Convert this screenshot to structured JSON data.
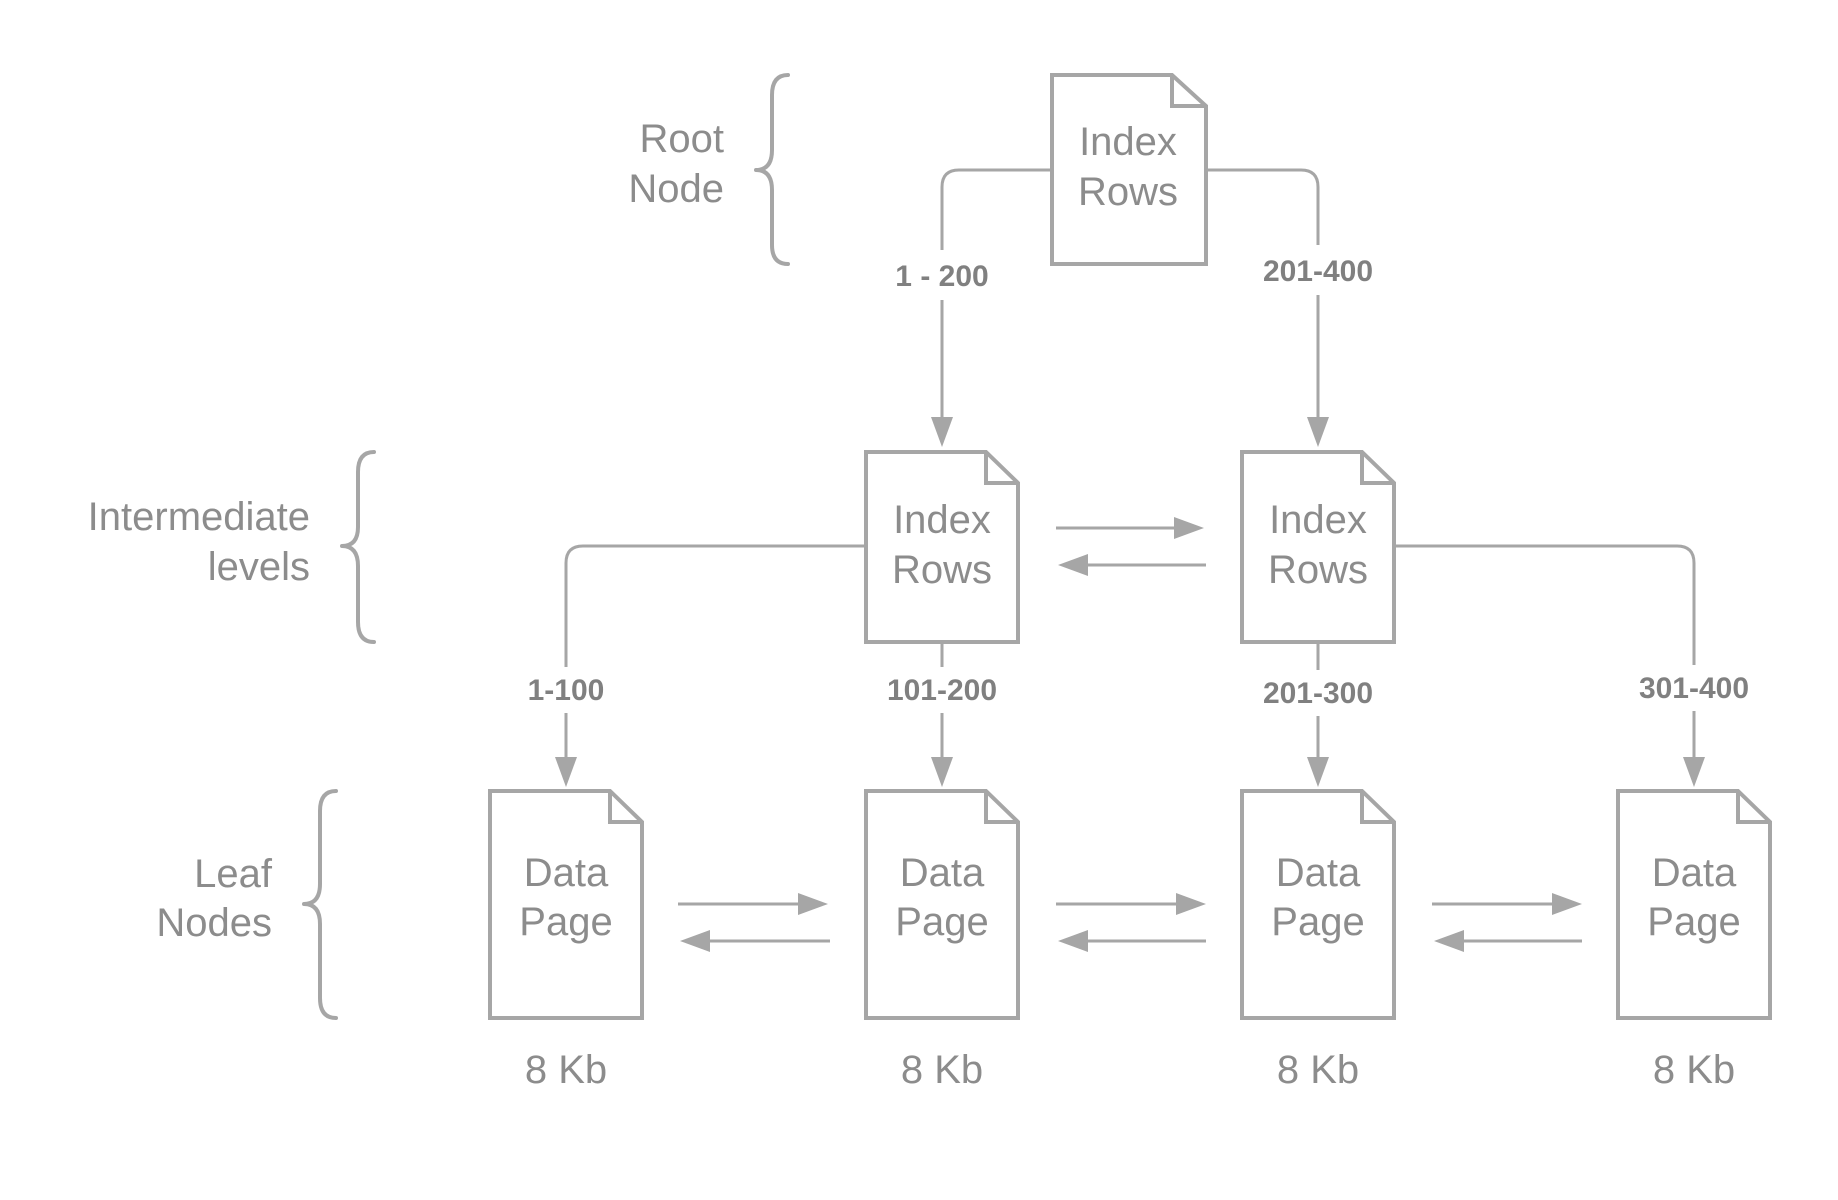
{
  "levels": {
    "root": [
      "Root",
      "Node"
    ],
    "intermediate": [
      "Intermediate",
      "levels"
    ],
    "leaf": [
      "Leaf",
      "Nodes"
    ]
  },
  "nodes": {
    "root": [
      "Index",
      "Rows"
    ],
    "intermediate_left": [
      "Index",
      "Rows"
    ],
    "intermediate_right": [
      "Index",
      "Rows"
    ],
    "leaf_1": [
      "Data",
      "Page"
    ],
    "leaf_2": [
      "Data",
      "Page"
    ],
    "leaf_3": [
      "Data",
      "Page"
    ],
    "leaf_4": [
      "Data",
      "Page"
    ]
  },
  "ranges": {
    "root_left": "1 - 200",
    "root_right": "201-400",
    "leaf_1": "1-100",
    "leaf_2": "101-200",
    "leaf_3": "201-300",
    "leaf_4": "301-400"
  },
  "page_sizes": [
    "8 Kb",
    "8 Kb",
    "8 Kb",
    "8 Kb"
  ],
  "colors": {
    "stroke": "#a6a6a6",
    "text": "#8c8c8c"
  }
}
